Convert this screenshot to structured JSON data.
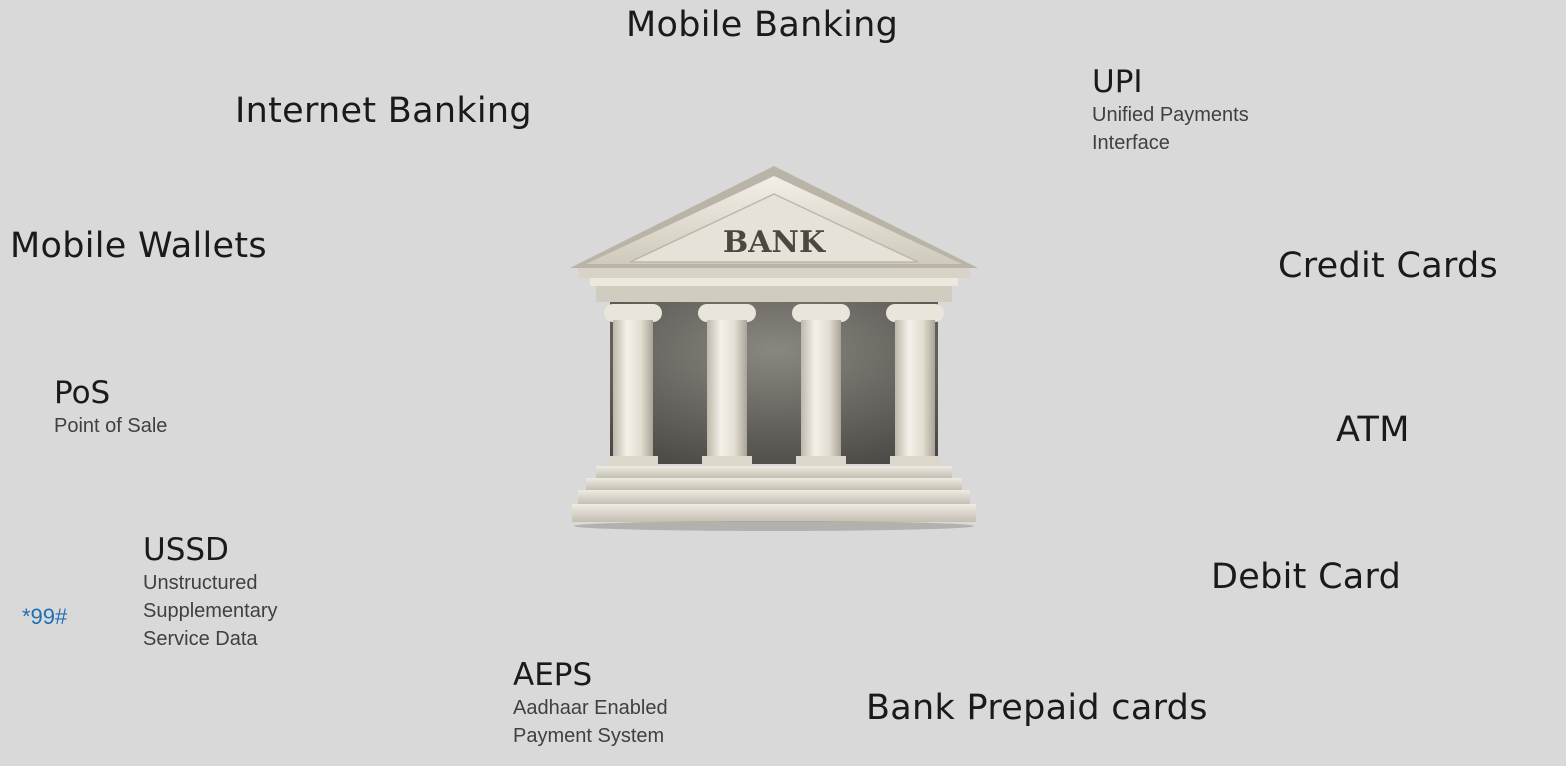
{
  "channels": {
    "mobile_banking": "Mobile Banking",
    "internet_banking": "Internet Banking",
    "upi": {
      "title": "UPI",
      "line1": "Unified Payments",
      "line2": "Interface"
    },
    "mobile_wallets": "Mobile Wallets",
    "credit_cards": "Credit Cards",
    "pos": {
      "title": "PoS",
      "line1": "Point of Sale"
    },
    "atm": "ATM",
    "ussd": {
      "title": "USSD",
      "code": "*99#",
      "line1": "Unstructured",
      "line2": "Supplementary",
      "line3": "Service Data"
    },
    "debit_card": "Debit Card",
    "aeps": {
      "title": "AEPS",
      "line1": "Aadhaar Enabled",
      "line2": "Payment System"
    },
    "bank_prepaid_cards": "Bank Prepaid cards"
  },
  "bank": {
    "sign": "BANK"
  }
}
